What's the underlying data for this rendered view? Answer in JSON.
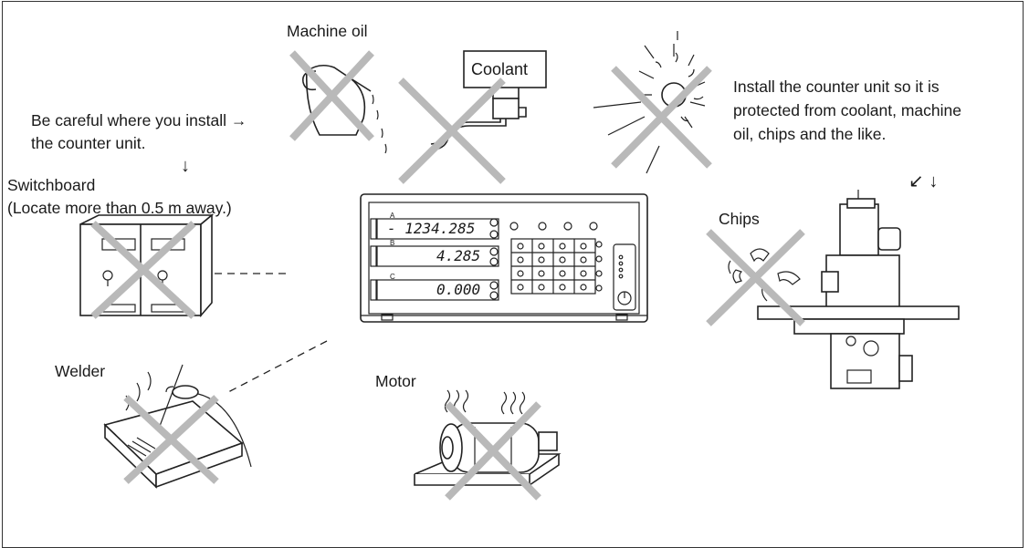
{
  "labels": {
    "machine_oil": "Machine oil",
    "coolant": "Coolant",
    "careful_line1": "Be careful where you install →",
    "careful_line2": "the counter unit.",
    "careful_arrow": "↓",
    "install_line1": "Install the counter unit so it is",
    "install_line2": "protected from coolant, machine",
    "install_line3": "oil, chips and the like.",
    "install_arrows": "↙ ↓",
    "switchboard": "Switchboard",
    "switchboard_note": "(Locate more than 0.5 m away.)",
    "chips": "Chips",
    "welder": "Welder",
    "motor": "Motor"
  },
  "counter": {
    "rows": [
      {
        "letter": "A",
        "value": "- 1234.285"
      },
      {
        "letter": "B",
        "value": "4.285"
      },
      {
        "letter": "C",
        "value": "0.000"
      }
    ]
  },
  "colors": {
    "cross": "#b9b9b9",
    "ink": "#1a1a1a"
  }
}
